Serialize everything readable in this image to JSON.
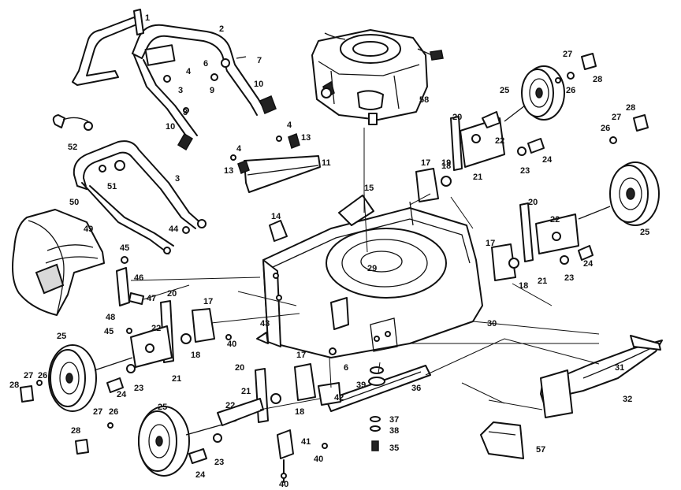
{
  "callouts": [
    {
      "id": "c1",
      "label": "1"
    },
    {
      "id": "c2",
      "label": "2"
    },
    {
      "id": "c3a",
      "label": "3"
    },
    {
      "id": "c3b",
      "label": "3"
    },
    {
      "id": "c3c",
      "label": "3"
    },
    {
      "id": "c4a",
      "label": "4"
    },
    {
      "id": "c4b",
      "label": "4"
    },
    {
      "id": "c4c",
      "label": "4"
    },
    {
      "id": "c6a",
      "label": "6"
    },
    {
      "id": "c6b",
      "label": "6"
    },
    {
      "id": "c7",
      "label": "7"
    },
    {
      "id": "c9",
      "label": "9"
    },
    {
      "id": "c10a",
      "label": "10"
    },
    {
      "id": "c10b",
      "label": "10"
    },
    {
      "id": "c11",
      "label": "11"
    },
    {
      "id": "c13a",
      "label": "13"
    },
    {
      "id": "c13b",
      "label": "13"
    },
    {
      "id": "c14",
      "label": "14"
    },
    {
      "id": "c15",
      "label": "15"
    },
    {
      "id": "c17a",
      "label": "17"
    },
    {
      "id": "c17b",
      "label": "17"
    },
    {
      "id": "c17c",
      "label": "17"
    },
    {
      "id": "c17d",
      "label": "17"
    },
    {
      "id": "c18a",
      "label": "18"
    },
    {
      "id": "c18b",
      "label": "18"
    },
    {
      "id": "c18c",
      "label": "18"
    },
    {
      "id": "c18d",
      "label": "18"
    },
    {
      "id": "c19",
      "label": "19"
    },
    {
      "id": "c20a",
      "label": "20"
    },
    {
      "id": "c20b",
      "label": "20"
    },
    {
      "id": "c20c",
      "label": "20"
    },
    {
      "id": "c20d",
      "label": "20"
    },
    {
      "id": "c21a",
      "label": "21"
    },
    {
      "id": "c21b",
      "label": "21"
    },
    {
      "id": "c21c",
      "label": "21"
    },
    {
      "id": "c21d",
      "label": "21"
    },
    {
      "id": "c22a",
      "label": "22"
    },
    {
      "id": "c22b",
      "label": "22"
    },
    {
      "id": "c22c",
      "label": "22"
    },
    {
      "id": "c22d",
      "label": "22"
    },
    {
      "id": "c23a",
      "label": "23"
    },
    {
      "id": "c23b",
      "label": "23"
    },
    {
      "id": "c23c",
      "label": "23"
    },
    {
      "id": "c23d",
      "label": "23"
    },
    {
      "id": "c24a",
      "label": "24"
    },
    {
      "id": "c24b",
      "label": "24"
    },
    {
      "id": "c24c",
      "label": "24"
    },
    {
      "id": "c24d",
      "label": "24"
    },
    {
      "id": "c25a",
      "label": "25"
    },
    {
      "id": "c25b",
      "label": "25"
    },
    {
      "id": "c25c",
      "label": "25"
    },
    {
      "id": "c25d",
      "label": "25"
    },
    {
      "id": "c26a",
      "label": "26"
    },
    {
      "id": "c26b",
      "label": "26"
    },
    {
      "id": "c26c",
      "label": "26"
    },
    {
      "id": "c26d",
      "label": "26"
    },
    {
      "id": "c27a",
      "label": "27"
    },
    {
      "id": "c27b",
      "label": "27"
    },
    {
      "id": "c27c",
      "label": "27"
    },
    {
      "id": "c27d",
      "label": "27"
    },
    {
      "id": "c28a",
      "label": "28"
    },
    {
      "id": "c28b",
      "label": "28"
    },
    {
      "id": "c28c",
      "label": "28"
    },
    {
      "id": "c28d",
      "label": "28"
    },
    {
      "id": "c29",
      "label": "29"
    },
    {
      "id": "c30",
      "label": "30"
    },
    {
      "id": "c31",
      "label": "31"
    },
    {
      "id": "c32",
      "label": "32"
    },
    {
      "id": "c35",
      "label": "35"
    },
    {
      "id": "c36",
      "label": "36"
    },
    {
      "id": "c37",
      "label": "37"
    },
    {
      "id": "c38",
      "label": "38"
    },
    {
      "id": "c39",
      "label": "39"
    },
    {
      "id": "c40a",
      "label": "40"
    },
    {
      "id": "c40b",
      "label": "40"
    },
    {
      "id": "c40c",
      "label": "40"
    },
    {
      "id": "c41",
      "label": "41"
    },
    {
      "id": "c42",
      "label": "42"
    },
    {
      "id": "c43",
      "label": "43"
    },
    {
      "id": "c44",
      "label": "44"
    },
    {
      "id": "c45a",
      "label": "45"
    },
    {
      "id": "c45b",
      "label": "45"
    },
    {
      "id": "c46",
      "label": "46"
    },
    {
      "id": "c47",
      "label": "47"
    },
    {
      "id": "c48",
      "label": "48"
    },
    {
      "id": "c49",
      "label": "49"
    },
    {
      "id": "c50",
      "label": "50"
    },
    {
      "id": "c51",
      "label": "51"
    },
    {
      "id": "c52",
      "label": "52"
    },
    {
      "id": "c57",
      "label": "57"
    },
    {
      "id": "c58",
      "label": "58"
    }
  ]
}
